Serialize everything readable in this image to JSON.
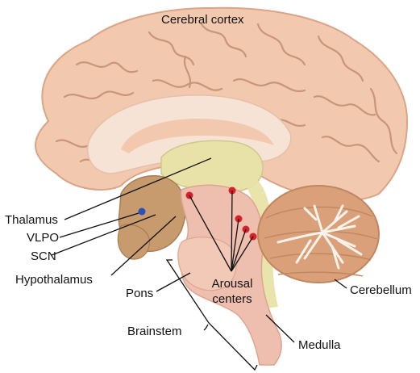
{
  "labels": {
    "cerebral_cortex": "Cerebral cortex",
    "thalamus": "Thalamus",
    "vlpo": "VLPO",
    "scn": "SCN",
    "hypothalamus": "Hypothalamus",
    "pons": "Pons",
    "arousal_line1": "Arousal",
    "arousal_line2": "centers",
    "cerebellum": "Cerebellum",
    "brainstem": "Brainstem",
    "medulla": "Medulla"
  },
  "colors": {
    "cortex": "#f2c9ae",
    "cortex_outline": "#d9a487",
    "cortex_groove": "#c9957a",
    "inner_pale": "#f7e3d5",
    "thalamus": "#e8e2a8",
    "hypothalamus": "#c89b6e",
    "brainstem": "#eebfae",
    "brainstem_dark": "#dca590",
    "cerebellum": "#d9a07a",
    "cerebellum_tree": "#fbf2ea",
    "arousal_dot": "#d8202a",
    "vlpo_dot": "#2b4fbf",
    "leader_line": "#111111"
  }
}
